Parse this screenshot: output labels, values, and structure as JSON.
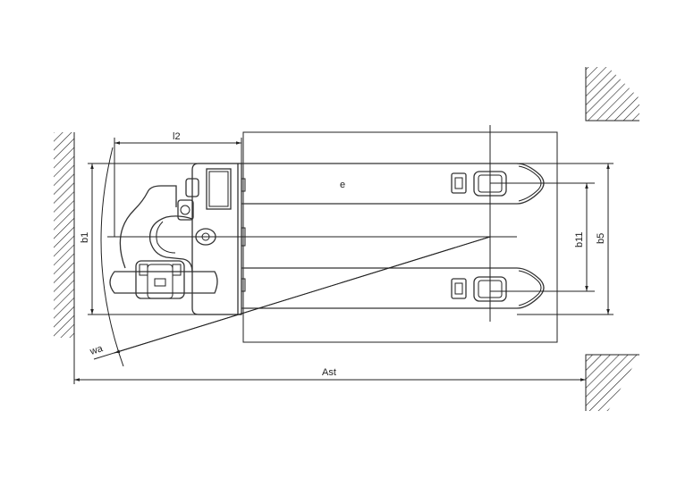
{
  "diagram": {
    "title": "Pallet truck aisle dimension drawing",
    "labels": {
      "l2": "l2",
      "b1": "b1",
      "wa": "wa",
      "ast": "Ast",
      "e": "e",
      "b11": "b11",
      "b5": "b5"
    },
    "colors": {
      "line": "#222222",
      "background": "#ffffff"
    }
  }
}
